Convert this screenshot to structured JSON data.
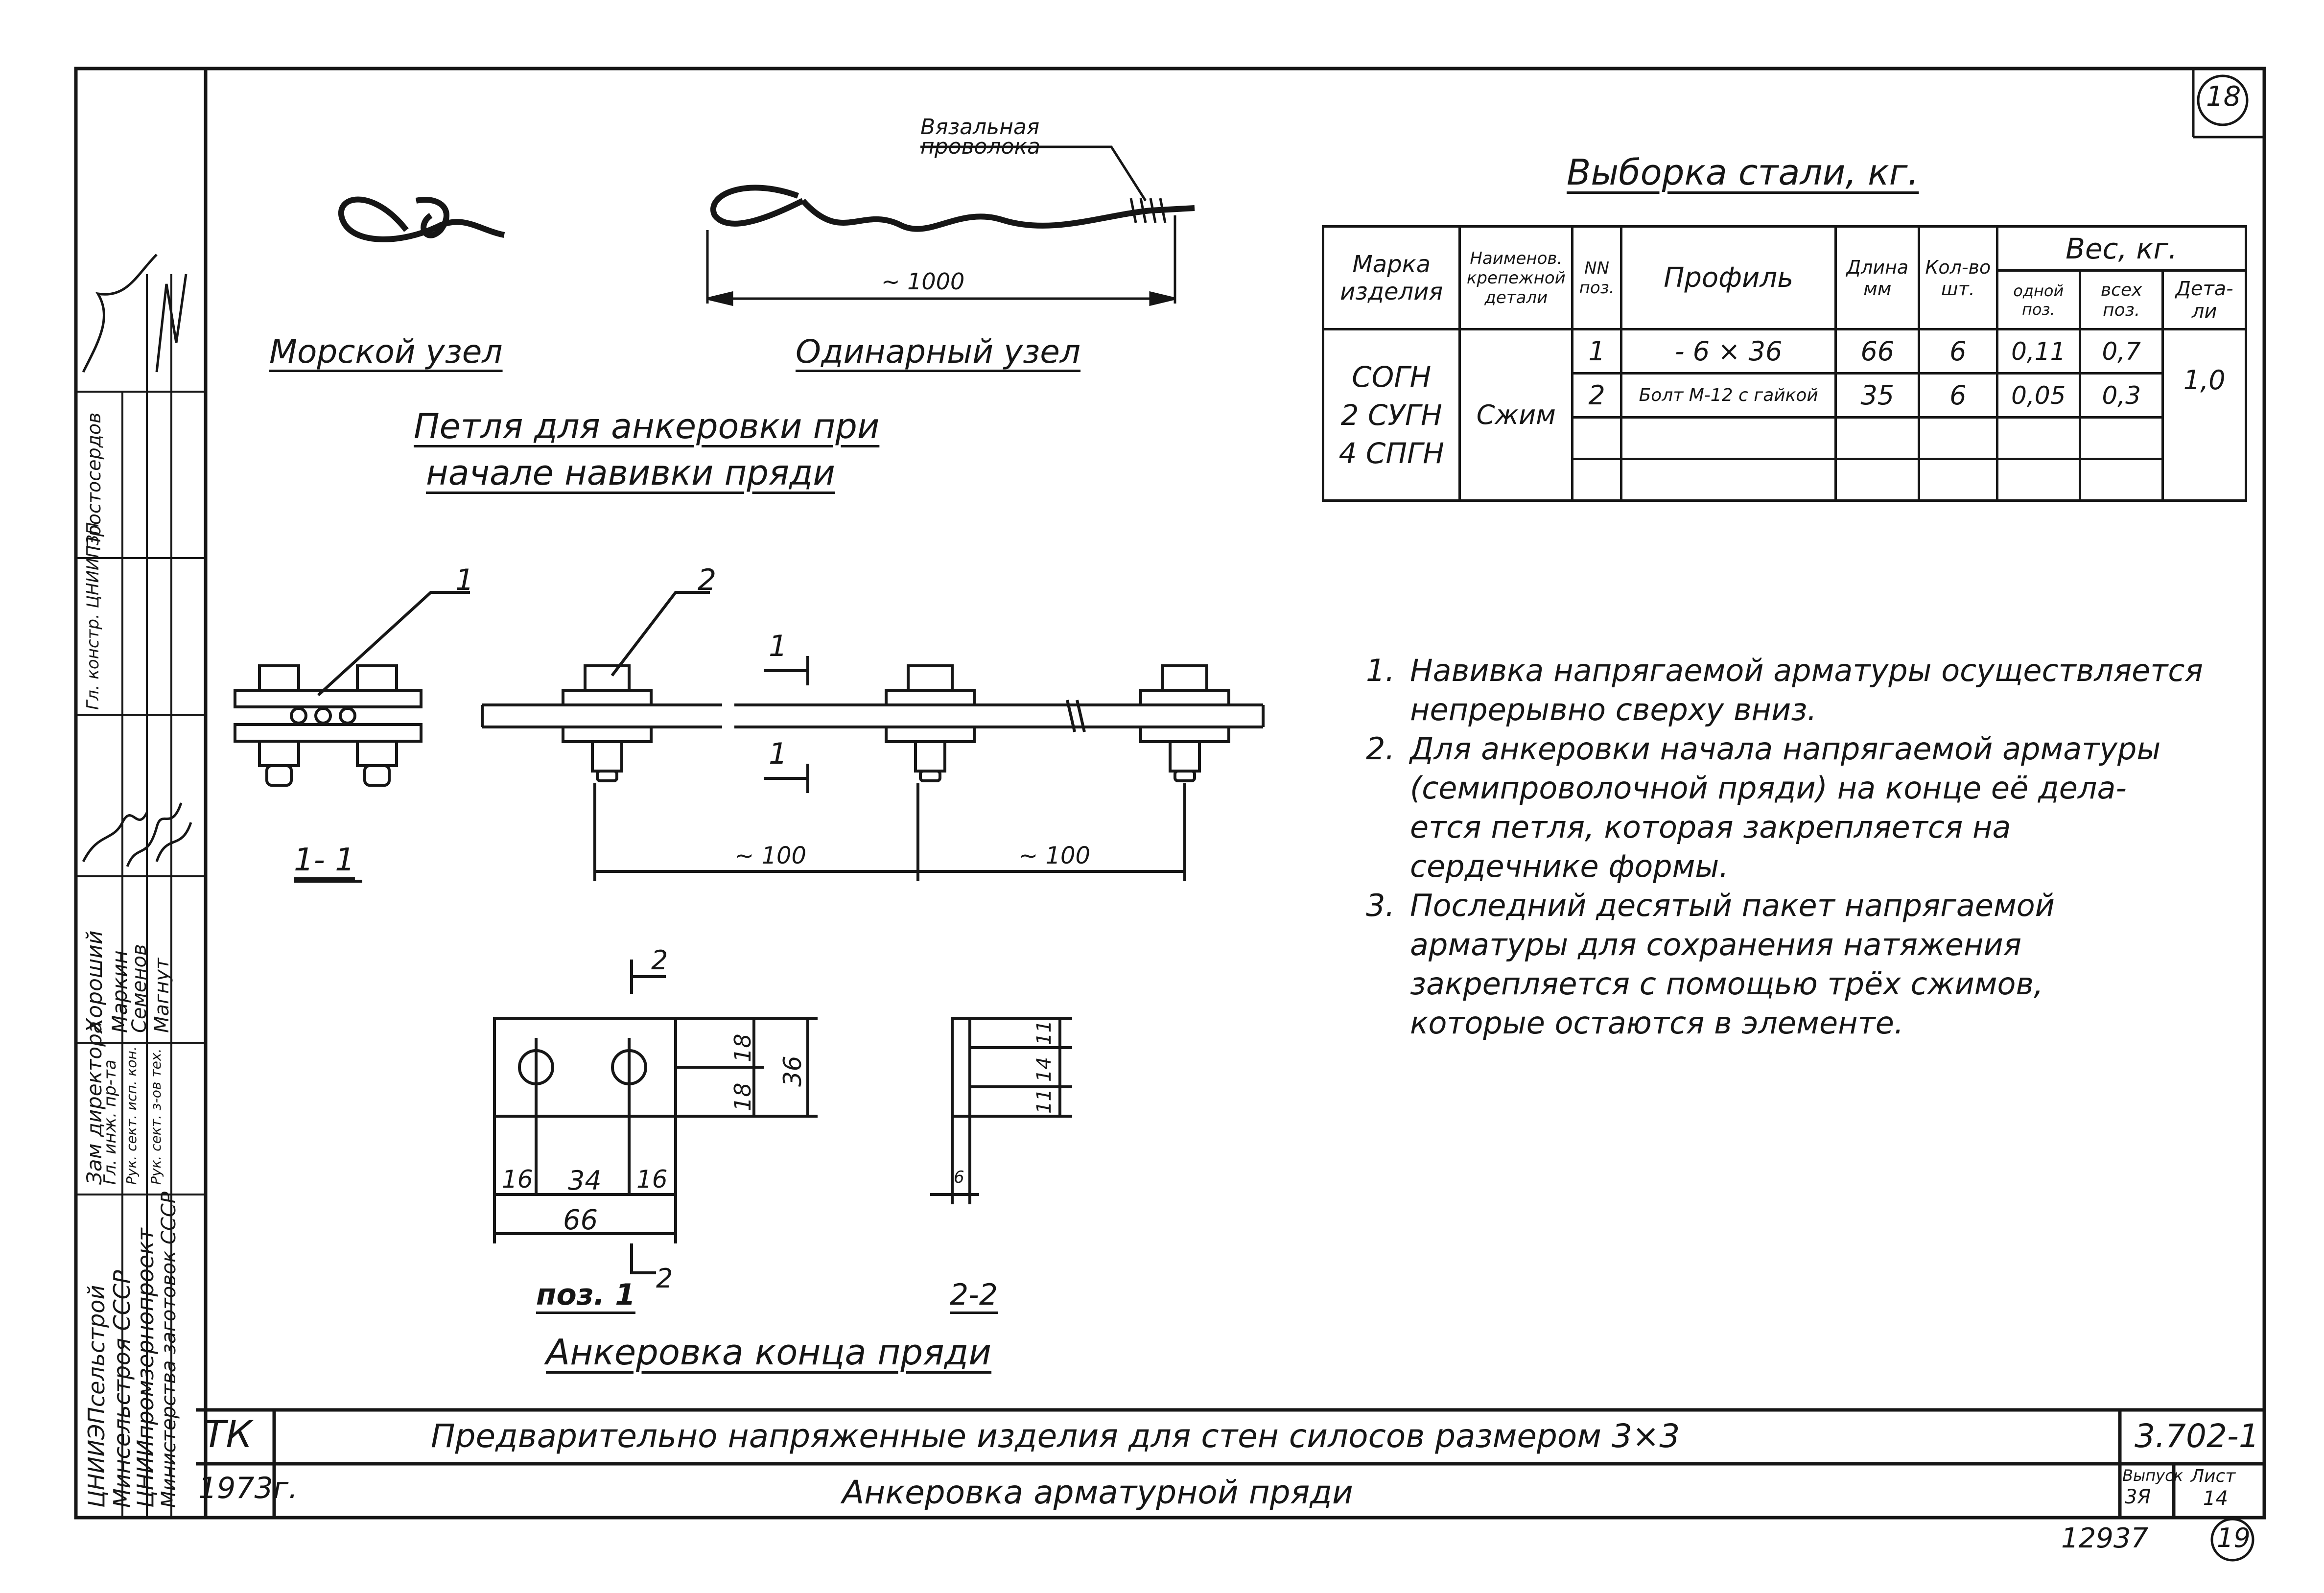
{
  "sheet": {
    "sheet_number_top": "18",
    "sheet_number_bottom": "19",
    "archive_number": "12937"
  },
  "knots": {
    "loop_title_line1": "Петля для анкеровки при",
    "loop_title_line2": "начале навивки пряди",
    "sea_knot_label": "Морской узел",
    "single_knot_label": "Одинарный узел",
    "binding_wire_line1": "Вязальная",
    "binding_wire_line2": "проволока",
    "length_dim": "~ 1000"
  },
  "anchor_assembly": {
    "title": "Анкеровка конца пряди",
    "callout_1": "1",
    "callout_2": "2",
    "section_mark": "1",
    "section_1_1": "1- 1",
    "dim_a": "~ 100",
    "dim_b": "~ 100"
  },
  "plate": {
    "pos_label": "поз. 1",
    "section_2_2": "2-2",
    "section_mark": "2",
    "dims": {
      "w1": "16",
      "w2": "34",
      "w3": "16",
      "total_w": "66",
      "h1": "18",
      "h2": "18",
      "total_h": "36",
      "s1": "11",
      "s2": "14",
      "s3": "11",
      "thickness": "6"
    }
  },
  "steel_table": {
    "title": "Выборка стали, кг.",
    "headers": {
      "mark": "Марка изделия",
      "name": "Наименов. крепежной детали",
      "pos": "NN поз.",
      "profile": "Профиль",
      "length": "Длина мм",
      "qty": "Кол-во шт.",
      "weight": "Вес, кг.",
      "one": "одной поз.",
      "all": "всех поз.",
      "part": "Дета-ли"
    },
    "marks": [
      "СОГН",
      "2 СУГН",
      "4 СПГН"
    ],
    "detail_name": "Сжим",
    "rows": [
      {
        "pos": "1",
        "profile": "- 6 × 36",
        "length": "66",
        "qty": "6",
        "one": "0,11",
        "all": "0,7"
      },
      {
        "pos": "2",
        "profile": "Болт М-12 с гайкой",
        "length": "35",
        "qty": "6",
        "one": "0,05",
        "all": "0,3"
      }
    ],
    "part_total": "1,0"
  },
  "notes": [
    {
      "num": "1.",
      "lines": [
        "Навивка напрягаемой арматуры осуществляется",
        "непрерывно сверху вниз."
      ]
    },
    {
      "num": "2.",
      "lines": [
        "Для анкеровки начала напрягаемой арматуры",
        "(семипроволочной пряди) на конце её дела-",
        "ется петля, которая закрепляется на",
        "сердечнике формы."
      ]
    },
    {
      "num": "3.",
      "lines": [
        "Последний десятый пакет напрягаемой",
        "арматуры для сохранения натяжения",
        "закрепляется с помощью трёх сжимов,",
        "которые остаются в элементе."
      ]
    }
  ],
  "title_block": {
    "code_tk": "ТК",
    "year": "1973г.",
    "main_title": "Предварительно напряженные изделия для стен силосов размером 3×3",
    "sub_title": "Анкеровка арматурной пряди",
    "doc_number": "3.702-1",
    "issue_label": "Выпуск",
    "issue_value": "3Я",
    "sheet_label": "Лист",
    "sheet_value": "14"
  },
  "side_stamp": {
    "orgs": [
      "ЦНИИЭПсельстрой",
      "Минсельстроя СССР",
      "ЦНИИпромзернопроект",
      "Министерства заготовок СССР"
    ],
    "roles": [
      "Зам директора",
      "Гл. инж. пр-та",
      "Рук. сект. исп. кон.",
      "Рук. сект. з-ов тех."
    ],
    "names": [
      "Хороший",
      "Маркин",
      "Семенов",
      "Магнут"
    ],
    "roles2": [
      "Гл. констр. ЦНИИПЗП",
      "Простосердов"
    ]
  }
}
